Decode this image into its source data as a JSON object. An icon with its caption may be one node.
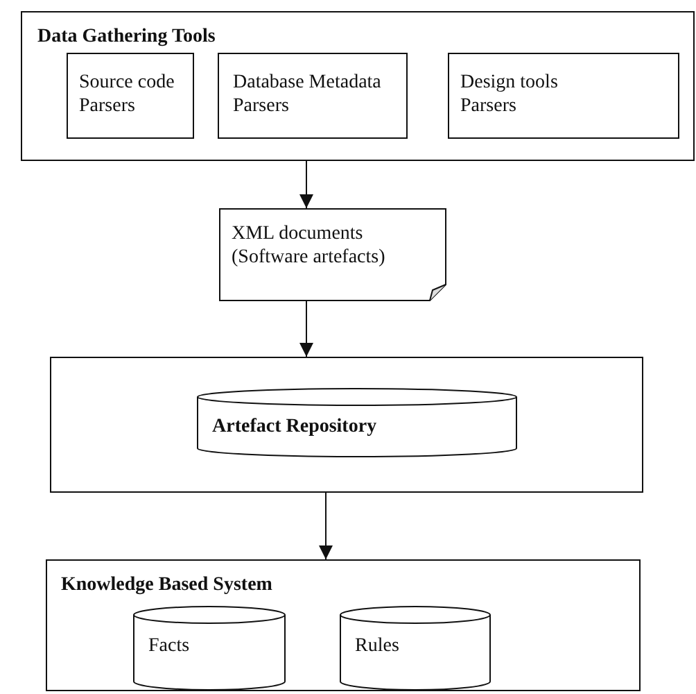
{
  "diagram": {
    "nodes": [
      {
        "text": [
          "Data Gathering Tools"
        ]
      },
      {
        "text": [
          "Source code Parsers"
        ],
        "in": 0
      },
      {
        "text": [
          "Database Metadata Parsers"
        ],
        "in": 0
      },
      {
        "text": [
          "Design tools Parsers"
        ],
        "in": 0
      },
      {
        "text": [
          "XML documents (Software artefacts)"
        ]
      },
      {
        "text": [],
        "shape": "box"
      },
      {
        "text": [
          "Artefact Repository"
        ],
        "in": 5
      },
      {
        "text": [
          "Knowledge Based System"
        ]
      },
      {
        "text": [
          "Facts"
        ],
        "in": 7
      },
      {
        "text": [
          "Rules"
        ],
        "in": 7
      }
    ],
    "edges": [
      {
        "from": 0,
        "to": 4,
        "arrow": "to"
      },
      {
        "from": 4,
        "to": 5,
        "arrow": "to"
      },
      {
        "from": 5,
        "to": 7,
        "arrow": "to"
      }
    ]
  }
}
